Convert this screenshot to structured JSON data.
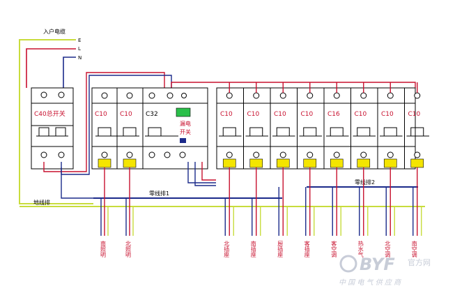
{
  "incoming": {
    "title": "入户电缆",
    "wires": [
      "E",
      "L",
      "N"
    ]
  },
  "main_switch": {
    "label": "C40总开关"
  },
  "rcd": {
    "label": "C32",
    "leak_text": [
      "漏电",
      "开关"
    ]
  },
  "breakers_left": [
    "C10",
    "C10"
  ],
  "breakers_right": [
    "C10",
    "C10",
    "C10",
    "C10",
    "C16",
    "C10",
    "C10",
    "C10"
  ],
  "neutral_bus_1": "零线排1",
  "neutral_bus_2": "零线排2",
  "ground_bus": "地线排",
  "circuits_left": [
    "南照明",
    "北照明"
  ],
  "circuits_right": [
    "北插座",
    "南插座",
    "厨插座",
    "客插座",
    "客空调",
    "热水气",
    "北空调",
    "南空调"
  ],
  "watermark": {
    "brand": "BYF",
    "brand_cn": "官方网",
    "org": "中 国 电 气 供 应 商"
  },
  "colors": {
    "live": "#c8102e",
    "neutral": "#1b2a8a",
    "ground": "#c8dc3c",
    "frame": "#000000",
    "label_red": "#c8102e"
  }
}
